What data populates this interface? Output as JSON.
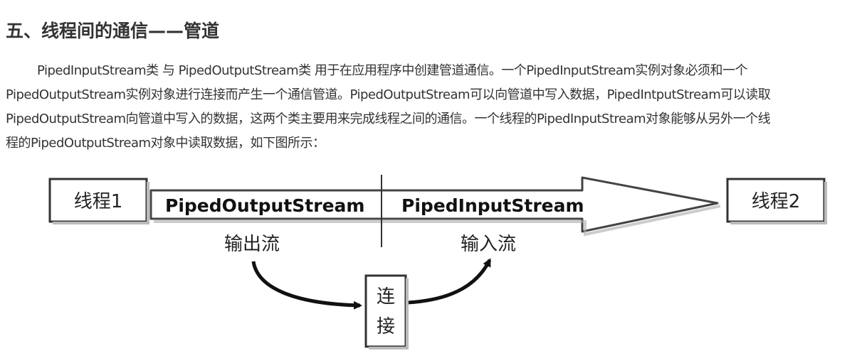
{
  "heading": "五、线程间的通信——管道",
  "paragraph": {
    "line1": "PipedInputStream类 与 PipedOutputStream类 用于在应用程序中创建管道通信。一个PipedInputStream实例对象必须和一个",
    "line2": "PipedOutputStream实例对象进行连接而产生一个通信管道。PipedOutputStream可以向管道中写入数据，PipedIntputStream可以读取",
    "line3": "PipedOutputStream向管道中写入的数据，这两个类主要用来完成线程之间的通信。一个线程的PipedInputStream对象能够从另外一个线",
    "line4": "程的PipedOutputStream对象中读取数据，如下图所示："
  },
  "figure": {
    "thread1": "线程1",
    "thread2": "线程2",
    "output_stream": "PipedOutputStream",
    "input_stream": "PipedInputStream",
    "output_label": "输出流",
    "input_label": "输入流",
    "connect_char1": "连",
    "connect_char2": "接"
  }
}
